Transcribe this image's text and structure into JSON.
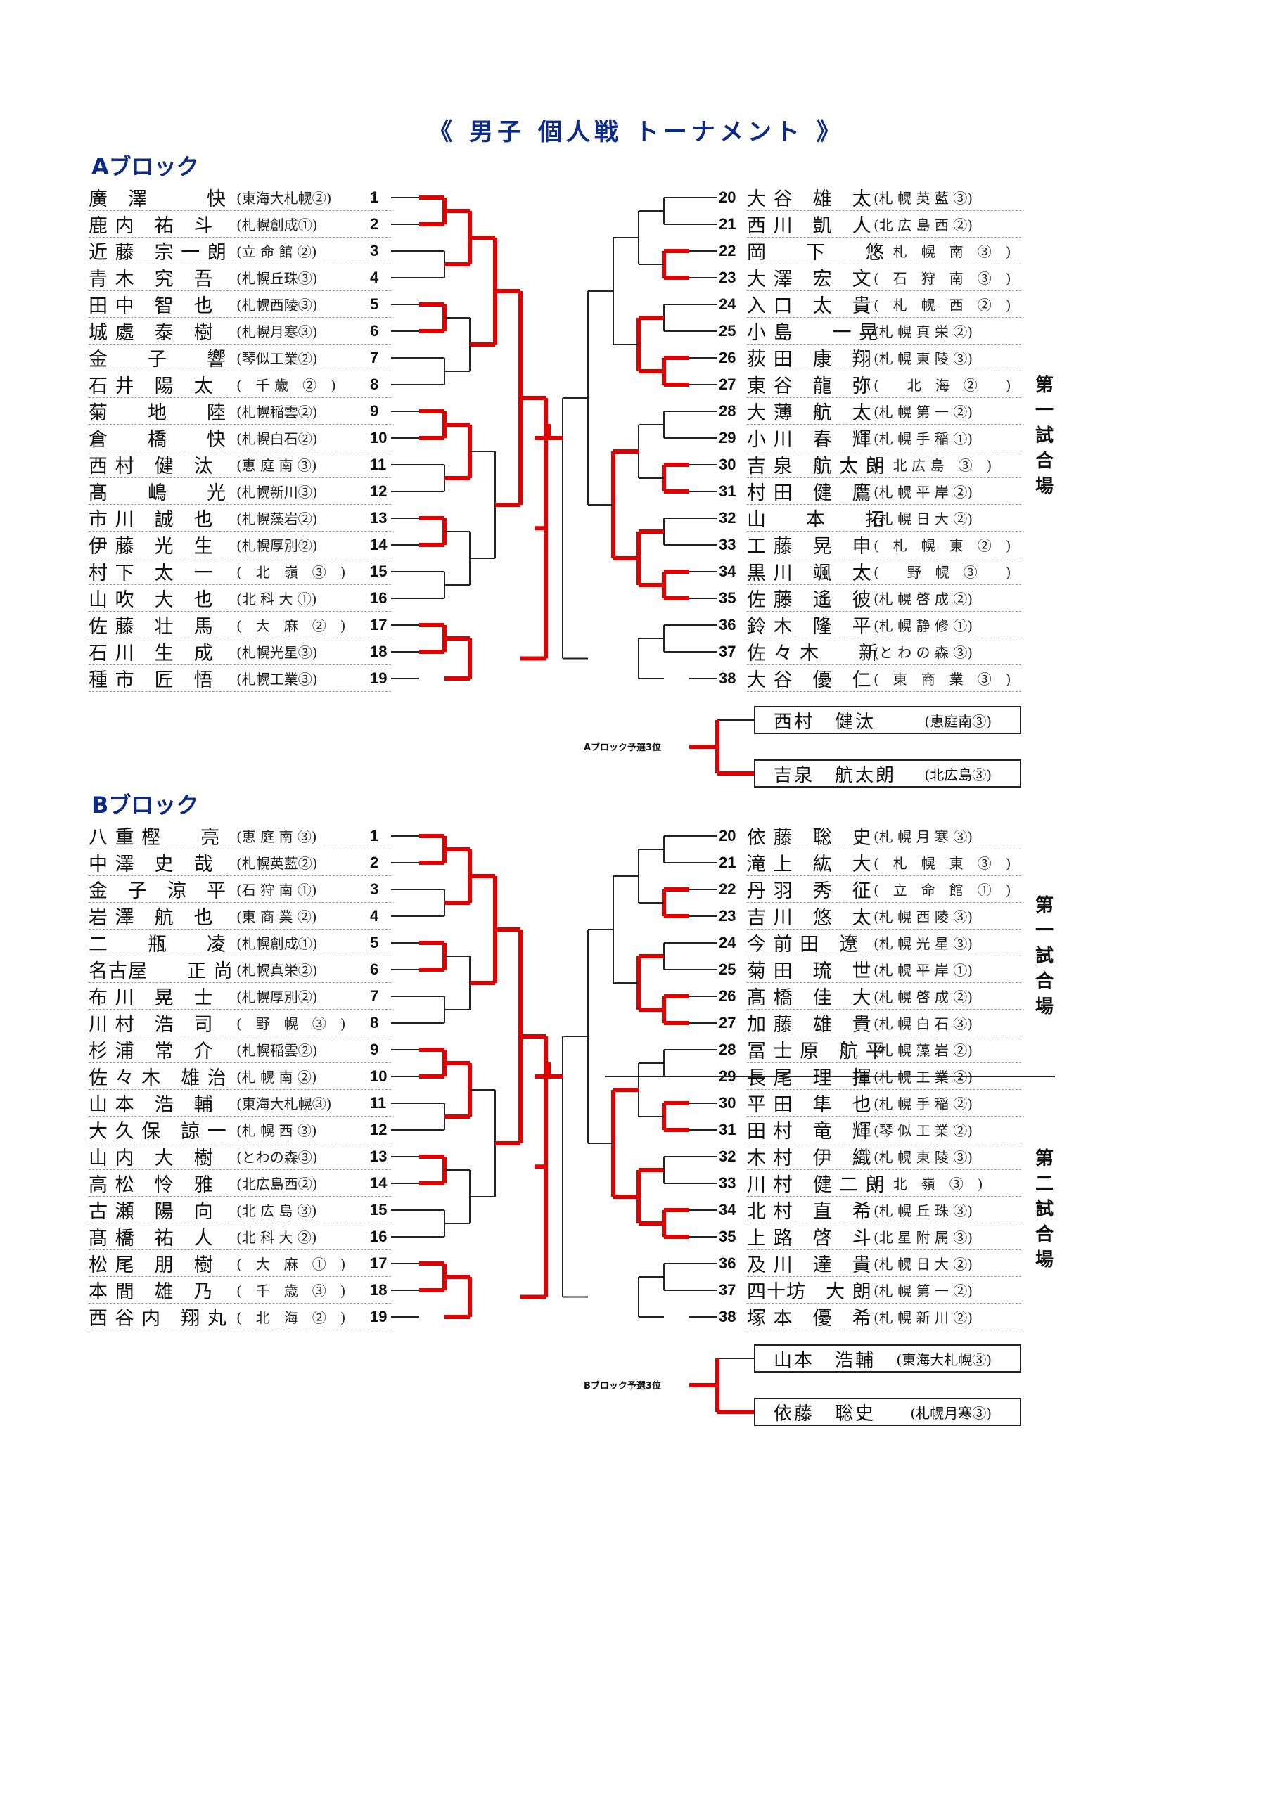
{
  "title": "《 男子 個人戦 トーナメント 》",
  "blocks": [
    {
      "name": "Aブロック",
      "left": [
        {
          "no": "1",
          "name": "廣　澤　　　快",
          "team": "(東海大札幌②)"
        },
        {
          "no": "2",
          "name": "鹿 内　祐　斗",
          "team": "(札幌創成①)"
        },
        {
          "no": "3",
          "name": "近 藤　宗 一 朗",
          "team": "(立 命 館 ②)"
        },
        {
          "no": "4",
          "name": "青 木　究　吾",
          "team": "(札幌丘珠③)"
        },
        {
          "no": "5",
          "name": "田 中　智　也",
          "team": "(札幌西陵③)"
        },
        {
          "no": "6",
          "name": "城 處　泰　樹",
          "team": "(札幌月寒③)"
        },
        {
          "no": "7",
          "name": "金　　子　　響",
          "team": "(琴似工業②)"
        },
        {
          "no": "8",
          "name": "石 井　陽　太",
          "team": "(　千 歳　②　)"
        },
        {
          "no": "9",
          "name": "菊　　地　　陸",
          "team": "(札幌稲雲②)"
        },
        {
          "no": "10",
          "name": "倉　　橋　　快",
          "team": "(札幌白石②)"
        },
        {
          "no": "11",
          "name": "西 村　健　汰",
          "team": "(恵 庭 南 ③)"
        },
        {
          "no": "12",
          "name": "髙　　嶋　　光",
          "team": "(札幌新川③)"
        },
        {
          "no": "13",
          "name": "市 川　誠　也",
          "team": "(札幌藻岩②)"
        },
        {
          "no": "14",
          "name": "伊 藤　光　生",
          "team": "(札幌厚別②)"
        },
        {
          "no": "15",
          "name": "村 下　太　一",
          "team": "(　北　嶺　③　)"
        },
        {
          "no": "16",
          "name": "山 吹　大　也",
          "team": "(北 科 大 ①)"
        },
        {
          "no": "17",
          "name": "佐 藤　壮　馬",
          "team": "(　大　麻　②　)"
        },
        {
          "no": "18",
          "name": "石 川　生　成",
          "team": "(札幌光星③)"
        },
        {
          "no": "19",
          "name": "種 市　匠　悟",
          "team": "(札幌工業③)"
        }
      ],
      "right": [
        {
          "no": "20",
          "name": "大 谷　雄　太",
          "team": "(札 幌 英 藍 ③)"
        },
        {
          "no": "21",
          "name": "西 川　凱　人",
          "team": "(北 広 島 西 ②)"
        },
        {
          "no": "22",
          "name": "岡　　下　　悠",
          "team": "(　札　幌　南　③　)"
        },
        {
          "no": "23",
          "name": "大 澤　宏　文",
          "team": "(　石　狩　南　③　)"
        },
        {
          "no": "24",
          "name": "入 口　太　貴",
          "team": "(　札　幌　西　②　)"
        },
        {
          "no": "25",
          "name": "小 島　　一 晃",
          "team": "(札 幌 真 栄 ②)"
        },
        {
          "no": "26",
          "name": "荻 田　康　翔",
          "team": "(札 幌 東 陵 ③)"
        },
        {
          "no": "27",
          "name": "東 谷　龍　弥",
          "team": "(　　北　海　②　　)"
        },
        {
          "no": "28",
          "name": "大 薄　航　太",
          "team": "(札 幌 第 一 ②)"
        },
        {
          "no": "29",
          "name": "小 川　春　輝",
          "team": "(札 幌 手 稲 ①)"
        },
        {
          "no": "30",
          "name": "吉 泉　航 太 朗",
          "team": "(　北 広 島　③　)"
        },
        {
          "no": "31",
          "name": "村 田　健　鷹",
          "team": "(札 幌 平 岸 ②)"
        },
        {
          "no": "32",
          "name": "山　　本　　拓",
          "team": "(札 幌 日 大 ②)"
        },
        {
          "no": "33",
          "name": "工 藤　晃　申",
          "team": "(　札　幌　東　②　)"
        },
        {
          "no": "34",
          "name": "黒 川　颯　太",
          "team": "(　　野　幌　③　　)"
        },
        {
          "no": "35",
          "name": "佐 藤　遙　彼",
          "team": "(札 幌 啓 成 ②)"
        },
        {
          "no": "36",
          "name": "鈴 木　隆　平",
          "team": "(札 幌 静 修 ①)"
        },
        {
          "no": "37",
          "name": "佐 々 木　　新",
          "team": "(と わ の 森 ③)"
        },
        {
          "no": "38",
          "name": "大 谷　優　仁",
          "team": "(　東　商　業　③　)"
        }
      ],
      "third_label": "Aブロック予選3位",
      "third": [
        {
          "name": "西村　健汰",
          "team": "(恵庭南③)"
        },
        {
          "name": "吉泉　航太朗",
          "team": "(北広島③)"
        }
      ]
    },
    {
      "name": "Bブロック",
      "left": [
        {
          "no": "1",
          "name": "八 重 樫　　亮",
          "team": "(恵 庭 南 ③)"
        },
        {
          "no": "2",
          "name": "中 澤　史　哉",
          "team": "(札幌英藍②)"
        },
        {
          "no": "3",
          "name": "金　子　涼　平",
          "team": "(石 狩 南 ①)"
        },
        {
          "no": "4",
          "name": "岩 澤　航　也",
          "team": "(東 商 業 ②)"
        },
        {
          "no": "5",
          "name": "二　　瓶　　凌",
          "team": "(札幌創成①)"
        },
        {
          "no": "6",
          "name": "名古屋　　正 尚",
          "team": "(札幌真栄②)"
        },
        {
          "no": "7",
          "name": "布 川　晃　士",
          "team": "(札幌厚別②)"
        },
        {
          "no": "8",
          "name": "川 村　浩　司",
          "team": "(　野　幌　③　)"
        },
        {
          "no": "9",
          "name": "杉 浦　常　介",
          "team": "(札幌稲雲②)"
        },
        {
          "no": "10",
          "name": "佐 々 木　雄 治",
          "team": "(札 幌 南 ②)"
        },
        {
          "no": "11",
          "name": "山 本　浩　輔",
          "team": "(東海大札幌③)"
        },
        {
          "no": "12",
          "name": "大 久 保　諒 一",
          "team": "(札 幌 西 ③)"
        },
        {
          "no": "13",
          "name": "山 内　大　樹",
          "team": "(とわの森③)"
        },
        {
          "no": "14",
          "name": "高 松　怜　雅",
          "team": "(北広島西②)"
        },
        {
          "no": "15",
          "name": "古 瀬　陽　向",
          "team": "(北 広 島 ③)"
        },
        {
          "no": "16",
          "name": "髙 橋　祐　人",
          "team": "(北 科 大 ②)"
        },
        {
          "no": "17",
          "name": "松 尾　朋　樹",
          "team": "(　大　麻　①　)"
        },
        {
          "no": "18",
          "name": "本 間　雄　乃",
          "team": "(　千　歳　③　)"
        },
        {
          "no": "19",
          "name": "西 谷 内　翔 丸",
          "team": "(　北　海　②　)"
        }
      ],
      "right": [
        {
          "no": "20",
          "name": "依 藤　聡　史",
          "team": "(札 幌 月 寒 ③)"
        },
        {
          "no": "21",
          "name": "滝 上　紘　大",
          "team": "(　札　幌　東　③　)"
        },
        {
          "no": "22",
          "name": "丹 羽　秀　征",
          "team": "(　立　命　館　①　)"
        },
        {
          "no": "23",
          "name": "吉 川　悠　太",
          "team": "(札 幌 西 陵 ③)"
        },
        {
          "no": "24",
          "name": "今 前 田　遼",
          "team": "(札 幌 光 星 ③)"
        },
        {
          "no": "25",
          "name": "菊 田　琉　世",
          "team": "(札 幌 平 岸 ①)"
        },
        {
          "no": "26",
          "name": "髙 橋　佳　大",
          "team": "(札 幌 啓 成 ②)"
        },
        {
          "no": "27",
          "name": "加 藤　雄　貴",
          "team": "(札 幌 白 石 ③)"
        },
        {
          "no": "28",
          "name": "冨 士 原　航 平",
          "team": "(札 幌 藻 岩 ②)"
        },
        {
          "no": "29",
          "name": "長 尾　理　揮",
          "team": "(札 幌 工 業 ②)"
        },
        {
          "no": "30",
          "name": "平 田　隼　也",
          "team": "(札 幌 手 稲 ②)"
        },
        {
          "no": "31",
          "name": "田 村　竜　輝",
          "team": "(琴 似 工 業 ②)"
        },
        {
          "no": "32",
          "name": "木 村　伊　織",
          "team": "(札 幌 東 陵 ③)"
        },
        {
          "no": "33",
          "name": "川 村　健 二 朗",
          "team": "(　北　嶺　③　)"
        },
        {
          "no": "34",
          "name": "北 村　直　希",
          "team": "(札 幌 丘 珠 ③)"
        },
        {
          "no": "35",
          "name": "上 路　啓　斗",
          "team": "(北 星 附 属 ③)"
        },
        {
          "no": "36",
          "name": "及 川　達　貴",
          "team": "(札 幌 日 大 ②)"
        },
        {
          "no": "37",
          "name": "四十坊　大 朗",
          "team": "(札 幌 第 一 ②)"
        },
        {
          "no": "38",
          "name": "塚 本　優　希",
          "team": "(札 幌 新 川 ②)"
        }
      ],
      "third_label": "Bブロック予選3位",
      "third": [
        {
          "name": "山本　浩輔",
          "team": "(東海大札幌③)"
        },
        {
          "name": "依藤　聡史",
          "team": "(札幌月寒③)"
        }
      ]
    }
  ],
  "courts": {
    "a_court1": [
      "第",
      "一",
      "試",
      "合",
      "場"
    ],
    "b_court1": [
      "第",
      "一",
      "試",
      "合",
      "場"
    ],
    "b_court2": [
      "第",
      "二",
      "試",
      "合",
      "場"
    ]
  },
  "colors": {
    "winner_line": "#e00000",
    "line": "#222222",
    "heading": "#0b2a8a"
  }
}
